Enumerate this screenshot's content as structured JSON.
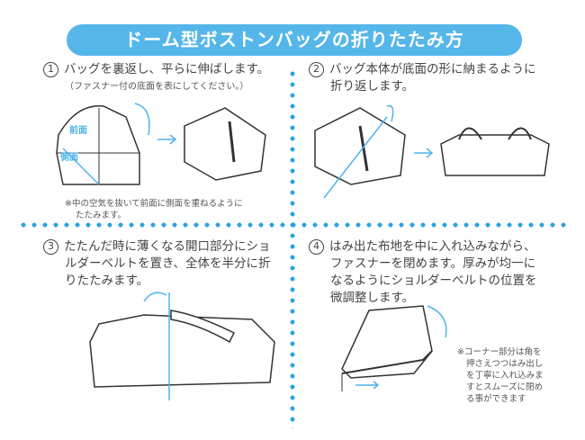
{
  "title": "ドーム型ボストンバッグの折りたたみ方",
  "accent_color": "#55b6ea",
  "steps": [
    {
      "num": "1",
      "lines": [
        "バッグを裏返し、平らに伸ばします。"
      ],
      "sub": "（ファスナー付の底面を表にしてください。）",
      "note": [
        "※中の空気を抜いて前面に側面を重ねるように",
        "たたみます。"
      ],
      "labels": [
        "前面",
        "側面"
      ]
    },
    {
      "num": "2",
      "lines": [
        "バッグ本体が底面の形に納まるように",
        "折り返します。"
      ]
    },
    {
      "num": "3",
      "lines": [
        "たたんだ時に薄くなる開口部分にショ",
        "ルダーベルトを置き、全体を半分に折",
        "りたたみます。"
      ]
    },
    {
      "num": "4",
      "lines": [
        "はみ出た布地を中に入れ込みながら、",
        "ファスナーを閉めます。厚みが均一に",
        "なるようにショルダーベルトの位置を",
        "微調整します。"
      ],
      "note": [
        "※コーナー部分は角を",
        "押さえつつはみ出し",
        "を丁寧に入れ込みま",
        "すとスムーズに閉め",
        "る事ができます"
      ]
    }
  ]
}
